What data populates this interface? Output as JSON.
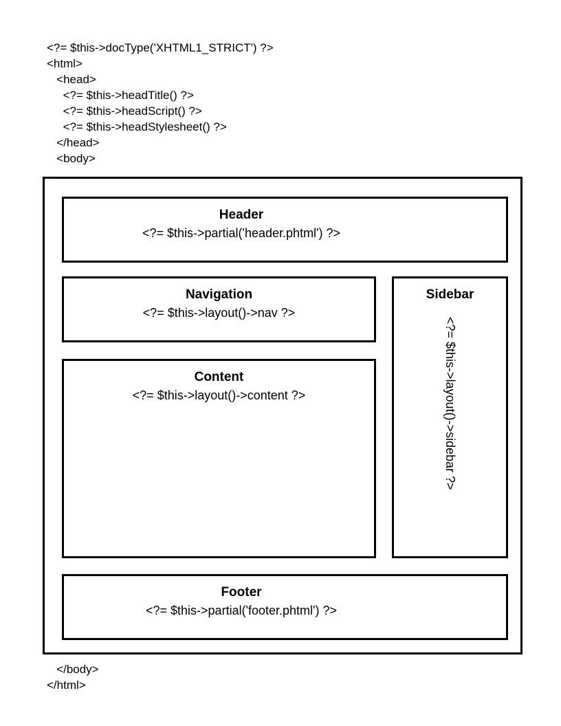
{
  "code_top": "<?= $this->docType('XHTML1_STRICT') ?>\n<html>\n   <head>\n     <?= $this->headTitle() ?>\n     <?= $this->headScript() ?>\n     <?= $this->headStylesheet() ?>\n   </head>\n   <body>",
  "code_bottom": "   </body>\n</html>",
  "boxes": {
    "header": {
      "title": "Header",
      "code": "<?= $this->partial('header.phtml') ?>"
    },
    "navigation": {
      "title": "Navigation",
      "code": "<?= $this->layout()->nav ?>"
    },
    "content": {
      "title": "Content",
      "code": "<?= $this->layout()->content ?>"
    },
    "sidebar": {
      "title": "Sidebar",
      "code": "<?= $this->layout()->sidebar ?>"
    },
    "footer": {
      "title": "Footer",
      "code": "<?= $this->partial('footer.phtml') ?>"
    }
  },
  "colors": {
    "stroke": "#000000",
    "background": "#ffffff",
    "text": "#000000"
  }
}
